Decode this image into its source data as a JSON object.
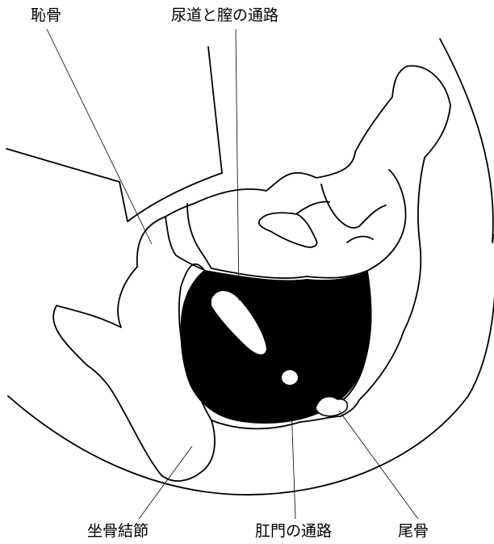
{
  "labels": {
    "pubis": "恥骨",
    "urethra_vagina": "尿道と膣の通路",
    "ischial_tuberosity": "坐骨結節",
    "anal_passage": "肛門の通路",
    "coccyx": "尾骨"
  },
  "colors": {
    "line": "#000000",
    "fill_dark": "#000000",
    "background": "#ffffff"
  }
}
